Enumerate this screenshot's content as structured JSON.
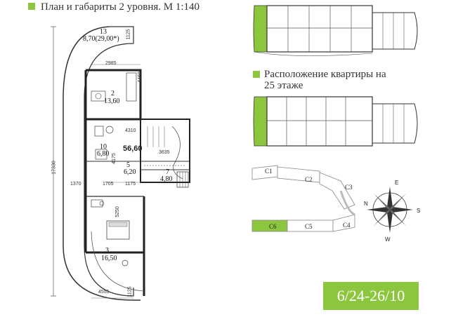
{
  "header": {
    "title": "План и габариты 2 уровня. М 1:140",
    "accent_color": "#8cc63f"
  },
  "location": {
    "title_line1": "Расположение квартиры на",
    "title_line2": "25 этаже"
  },
  "rooms": [
    {
      "number": "13",
      "area": "8,70(29,00*)"
    },
    {
      "number": "2",
      "area": "13,60"
    },
    {
      "number": "10",
      "area": "6,80"
    },
    {
      "number": "5",
      "area": "6,20"
    },
    {
      "number": "7",
      "area": "4,80"
    },
    {
      "number": "3",
      "area": "16,50"
    }
  ],
  "total_area": "56,60",
  "dimensions": {
    "d1125_top": "1125",
    "d2985": "2985",
    "d4460": "4460",
    "d4310": "4310",
    "d3635": "3635",
    "d4175": "4175",
    "d17330": "17330",
    "d1370": "1370",
    "d1705": "1705",
    "d1175": "1175",
    "d5250": "5250",
    "d4555": "4555",
    "d1125_bottom": "1125"
  },
  "sections": [
    "C1",
    "C2",
    "C3",
    "C4",
    "C5",
    "C6"
  ],
  "compass": {
    "n": "N",
    "s": "S",
    "e": "E",
    "w": "W"
  },
  "apartment_code": "6/24-26/10"
}
